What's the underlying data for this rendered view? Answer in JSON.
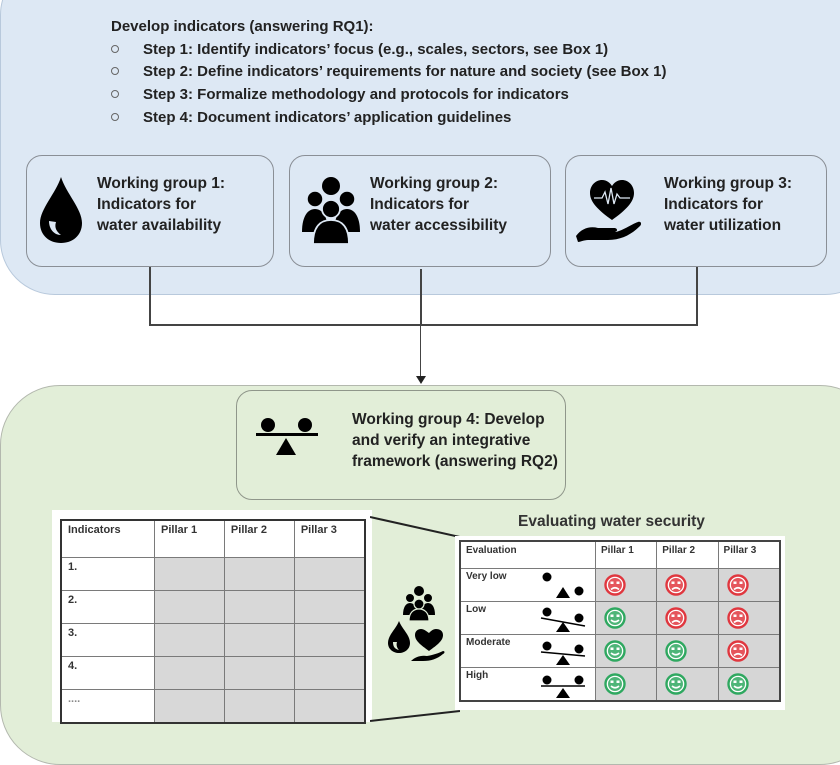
{
  "develop": {
    "title": "Develop indicators (answering RQ1):",
    "steps": [
      "Step 1: Identify indicators’ focus (e.g., scales, sectors, see Box 1)",
      "Step 2: Define indicators’ requirements for nature and society (see Box 1)",
      "Step 3: Formalize methodology and protocols for indicators",
      "Step 4: Document indicators’ application guidelines"
    ]
  },
  "working_groups": [
    {
      "icon": "water-drop-icon",
      "line1": "Working group 1:",
      "line2": "Indicators for",
      "line3": "water availability"
    },
    {
      "icon": "people-group-icon",
      "line1": "Working group 2:",
      "line2": "Indicators for",
      "line3": "water accessibility"
    },
    {
      "icon": "heart-hand-icon",
      "line1": "Working group 3:",
      "line2": "Indicators for",
      "line3": "water utilization"
    }
  ],
  "wg4": {
    "icon": "balance-scale-icon",
    "line1": "Working group 4: Develop",
    "line2": "and verify an integrative",
    "line3": "framework (answering RQ2)"
  },
  "indicator_table": {
    "headers": [
      "Indicators",
      "Pillar 1",
      "Pillar 2",
      "Pillar 3"
    ],
    "rows": [
      "1.",
      "2.",
      "3.",
      "4.",
      "...."
    ]
  },
  "evaluation": {
    "title": "Evaluating water security",
    "headers": [
      "Evaluation",
      "Pillar 1",
      "Pillar 2",
      "Pillar 3"
    ],
    "rows": [
      {
        "level": "Very low",
        "pillars": [
          "sad",
          "sad",
          "sad"
        ]
      },
      {
        "level": "Low",
        "pillars": [
          "happy",
          "sad",
          "sad"
        ]
      },
      {
        "level": "Moderate",
        "pillars": [
          "happy",
          "happy",
          "sad"
        ]
      },
      {
        "level": "High",
        "pillars": [
          "happy",
          "happy",
          "happy"
        ]
      }
    ]
  },
  "colors": {
    "sad": "#e0373f",
    "happy": "#2fa860",
    "top_panel": "#dde8f4",
    "bottom_panel": "#e2eed8"
  }
}
